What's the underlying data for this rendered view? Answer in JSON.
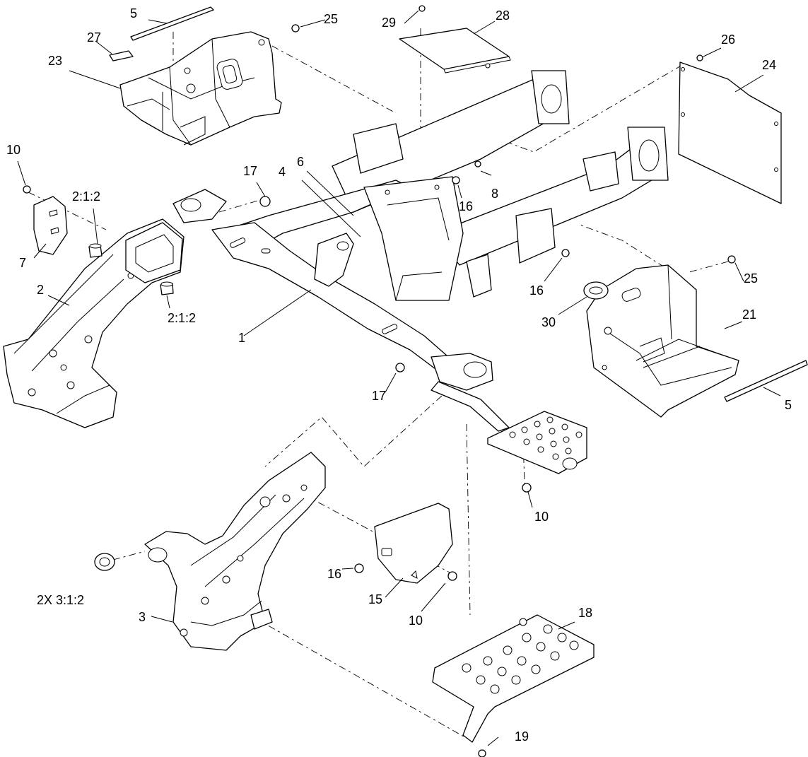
{
  "figure": {
    "callouts": [
      {
        "key": "c1",
        "text": "1"
      },
      {
        "key": "c2",
        "text": "2"
      },
      {
        "key": "c2a",
        "text": "2:1:2"
      },
      {
        "key": "c2b",
        "text": "2:1:2"
      },
      {
        "key": "c3",
        "text": "3"
      },
      {
        "key": "c3a",
        "text": "2X 3:1:2"
      },
      {
        "key": "c4",
        "text": "4"
      },
      {
        "key": "c5a",
        "text": "5"
      },
      {
        "key": "c5b",
        "text": "5"
      },
      {
        "key": "c6",
        "text": "6"
      },
      {
        "key": "c7",
        "text": "7"
      },
      {
        "key": "c8",
        "text": "8"
      },
      {
        "key": "c10a",
        "text": "10"
      },
      {
        "key": "c10b",
        "text": "10"
      },
      {
        "key": "c10c",
        "text": "10"
      },
      {
        "key": "c15",
        "text": "15"
      },
      {
        "key": "c16a",
        "text": "16"
      },
      {
        "key": "c16b",
        "text": "16"
      },
      {
        "key": "c16c",
        "text": "16"
      },
      {
        "key": "c17a",
        "text": "17"
      },
      {
        "key": "c17b",
        "text": "17"
      },
      {
        "key": "c18",
        "text": "18"
      },
      {
        "key": "c19",
        "text": "19"
      },
      {
        "key": "c21",
        "text": "21"
      },
      {
        "key": "c23",
        "text": "23"
      },
      {
        "key": "c24",
        "text": "24"
      },
      {
        "key": "c25a",
        "text": "25"
      },
      {
        "key": "c25b",
        "text": "25"
      },
      {
        "key": "c26",
        "text": "26"
      },
      {
        "key": "c27",
        "text": "27"
      },
      {
        "key": "c28",
        "text": "28"
      },
      {
        "key": "c29",
        "text": "29"
      },
      {
        "key": "c30",
        "text": "30"
      }
    ]
  }
}
